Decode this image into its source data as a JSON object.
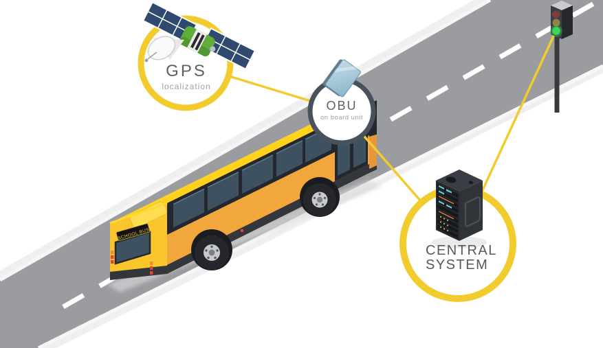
{
  "scene": {
    "description": "school bus priority system diagram",
    "nodes": {
      "gps": {
        "label": "GPS",
        "sublabel": "localization"
      },
      "obu": {
        "label": "OBU",
        "sublabel": "on board unit"
      },
      "central_system": {
        "label": "CENTRAL SYSTEM",
        "line1": "CENTRAL",
        "line2": "SYSTEM"
      }
    },
    "bus": {
      "sign": "SCHOOL BUS"
    },
    "traffic_light": {
      "lights": [
        "red",
        "yellow",
        "green"
      ],
      "active": "green"
    },
    "connections": [
      {
        "from": "GPS",
        "to": "OBU"
      },
      {
        "from": "OBU",
        "to": "CENTRAL SYSTEM"
      },
      {
        "from": "TRAFFIC LIGHT",
        "to": "CENTRAL SYSTEM"
      }
    ],
    "colors": {
      "accent_yellow": "#F2CC2F",
      "circle_dark": "#49525C",
      "road_gray": "#9A9CA0",
      "bus_roof_yellow": "#FFD21E",
      "bus_side_orange": "#F2A73D",
      "window_slate": "#3E5160",
      "green_light": "#3ED65A",
      "label_gray": "#55585C",
      "sublabel_gray": "#9CA1A6"
    }
  }
}
